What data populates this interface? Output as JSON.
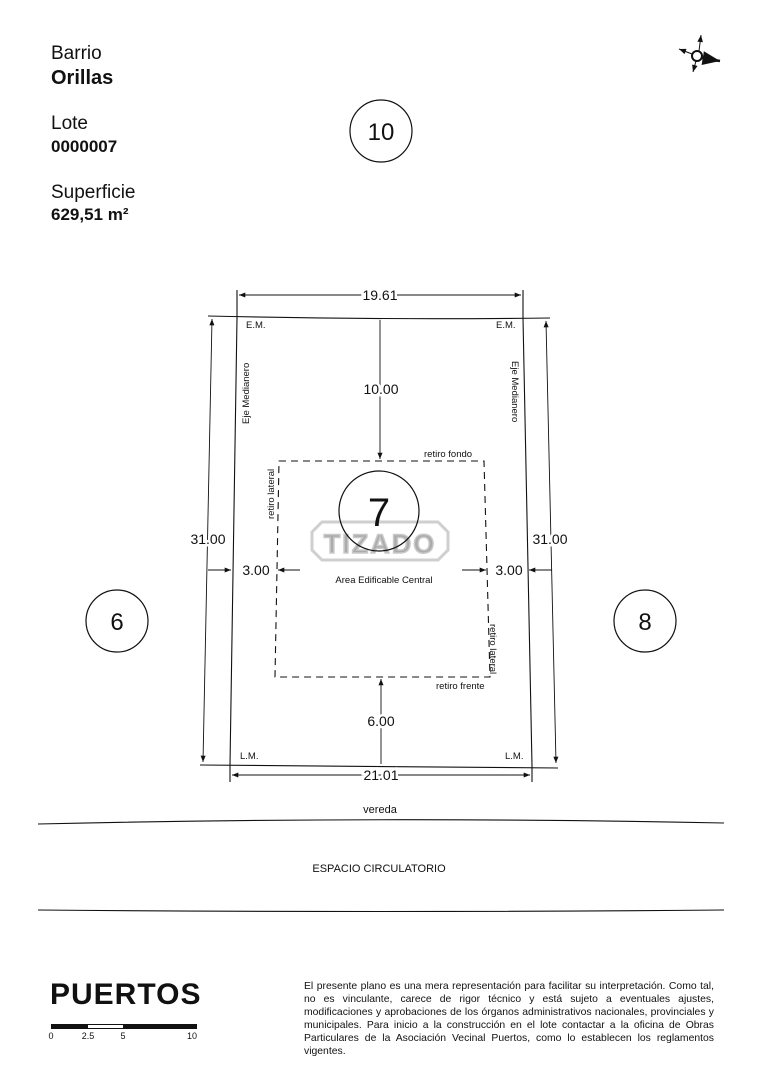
{
  "header": {
    "barrio_label": "Barrio",
    "barrio_value": "Orillas",
    "lote_label": "Lote",
    "lote_value": "0000007",
    "superficie_label": "Superficie",
    "superficie_value": "629,51 m²"
  },
  "plan": {
    "lot_number": "7",
    "neighbors": {
      "back": "10",
      "left": "6",
      "right": "8"
    },
    "dimensions": {
      "top": "19.61",
      "bottom": "21.01",
      "left": "31.00",
      "right": "31.00",
      "back_setback": "10.00",
      "front_setback": "6.00",
      "left_setback": "3.00",
      "right_setback": "3.00"
    },
    "labels": {
      "em_left": "E.M.",
      "em_right": "E.M.",
      "lm_left": "L.M.",
      "lm_right": "L.M.",
      "eje_left": "Eje Medianero",
      "eje_right": "Eje Medianero",
      "retiro_fondo": "retiro fondo",
      "retiro_frente": "retiro frente",
      "retiro_lateral_left": "retiro lateral",
      "retiro_lateral_right": "retiro lateral",
      "area": "Area Edificable Central",
      "vereda": "vereda",
      "espacio": "ESPACIO CIRCULATORIO"
    },
    "watermark": "TIZADO"
  },
  "footer": {
    "logo": "PUERTOS",
    "scale_ticks": [
      "0",
      "2.5",
      "5",
      "10"
    ],
    "disclaimer": "El presente plano es una mera representación para facilitar su interpretación. Como tal, no es vinculante, carece de rigor técnico y está sujeto a eventuales ajustes, modificaciones y aprobaciones de los órganos administrativos nacionales, provinciales y municipales. Para inicio a la construcción en el lote contactar a la oficina de Obras Particulares de la Asociación Vecinal Puertos, como lo establecen los reglamentos vigentes."
  }
}
